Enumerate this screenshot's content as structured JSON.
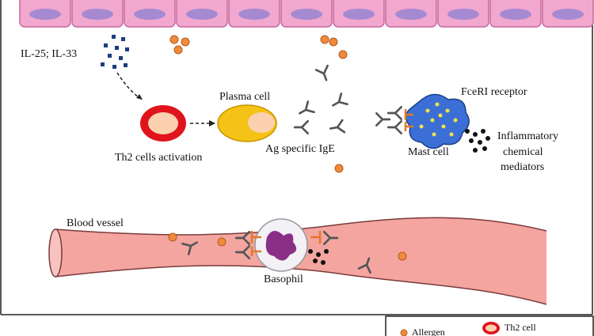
{
  "labels": {
    "il": "IL-25; IL-33",
    "plasma": "Plasma cell",
    "th2_activation": "Th2 cells activation",
    "igE": "Ag specific IgE",
    "fceri": "FceRI receptor",
    "mast": "Mast cell",
    "inflam": [
      "Inflammatory",
      "chemical",
      "mediators"
    ],
    "blood": "Blood vessel",
    "basophil": "Basophil"
  },
  "legend": {
    "allergen": "Allergen",
    "th2": "Th2 cell"
  },
  "colors": {
    "epithelium": "#f2a7cf",
    "epithelium_edge": "#c8679c",
    "nucleus": "#a68ad1",
    "allergen": "#f08a3c",
    "cytokine": "#1c3f7a",
    "th2_ring": "#e0141c",
    "th2_core": "#fbd1b0",
    "plasma": "#f5c318",
    "antibody": "#555555",
    "receptor": "#e07a2a",
    "mast": "#3c6fd6",
    "vessel": "#f4a5a0",
    "vessel_edge": "#7a3a3a",
    "basophil_nucleus": "#8a2f86"
  }
}
